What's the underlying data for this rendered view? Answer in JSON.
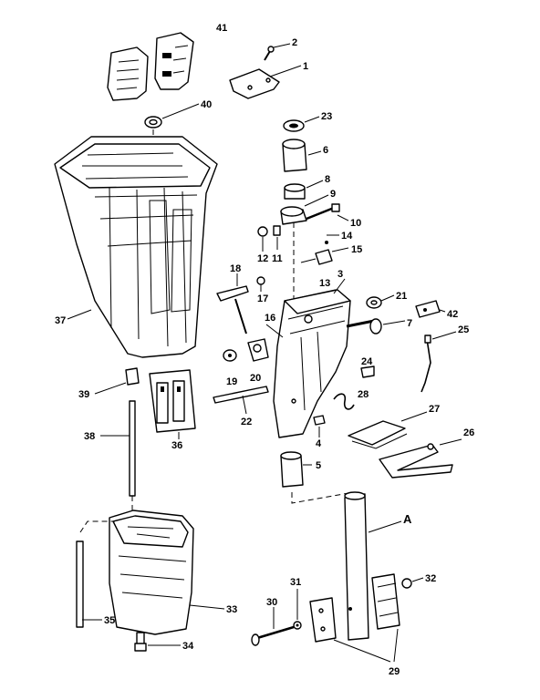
{
  "callouts": {
    "p1": "1",
    "p2": "2",
    "p3": "3",
    "p4": "4",
    "p5": "5",
    "p6": "6",
    "p7": "7",
    "p8": "8",
    "p9": "9",
    "p10": "10",
    "p11": "11",
    "p12": "12",
    "p13": "13",
    "p14": "14",
    "p15": "15",
    "p16": "16",
    "p17": "17",
    "p18": "18",
    "p19": "19",
    "p20": "20",
    "p21": "21",
    "p22": "22",
    "p23": "23",
    "p24": "24",
    "p25": "25",
    "p26": "26",
    "p27": "27",
    "p28": "28",
    "p29": "29",
    "p30": "30",
    "p31": "31",
    "p32": "32",
    "p33": "33",
    "p34": "34",
    "p35": "35",
    "p36": "36",
    "p37": "37",
    "p38": "38",
    "p39": "39",
    "p40": "40",
    "p41": "41",
    "p42": "42",
    "pA": "A"
  }
}
